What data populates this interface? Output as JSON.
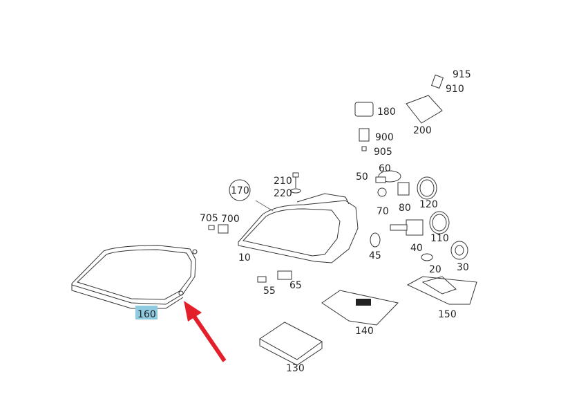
{
  "diagram": {
    "highlight_color": "#8ecbe0",
    "arrow_color": "#e3202a",
    "highlighted_part": "160",
    "labels": {
      "p915": "915",
      "p910": "910",
      "p180": "180",
      "p200": "200",
      "p900": "900",
      "p905": "905",
      "p60": "60",
      "p50": "50",
      "p210": "210",
      "p220": "220",
      "p170": "170",
      "p70": "70",
      "p80": "80",
      "p120": "120",
      "p705": "705",
      "p700": "700",
      "p110": "110",
      "p10": "10",
      "p40": "40",
      "p45": "45",
      "p20": "20",
      "p30": "30",
      "p55": "55",
      "p65": "65",
      "p160": "160",
      "p150": "150",
      "p140": "140",
      "p130": "130"
    }
  }
}
